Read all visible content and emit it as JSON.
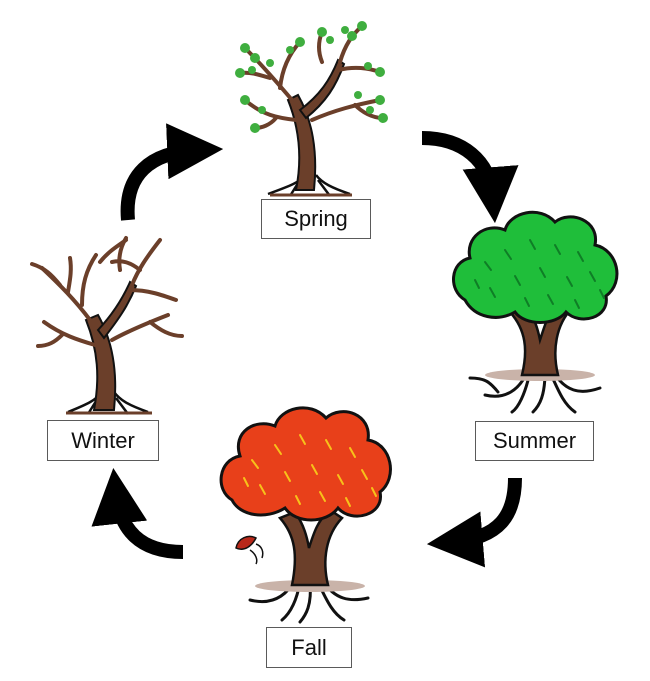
{
  "diagram": {
    "stages": {
      "spring": {
        "label": "Spring",
        "canopy_color": "#3fae3f"
      },
      "summer": {
        "label": "Summer",
        "canopy_color": "#1fbe3a"
      },
      "fall": {
        "label": "Fall",
        "canopy_color": "#e8401a"
      },
      "winter": {
        "label": "Winter"
      }
    },
    "colors": {
      "trunk": "#6b3f2a",
      "outline": "#111111",
      "arrow": "#000000",
      "fall_highlight": "#f7c21a"
    }
  }
}
